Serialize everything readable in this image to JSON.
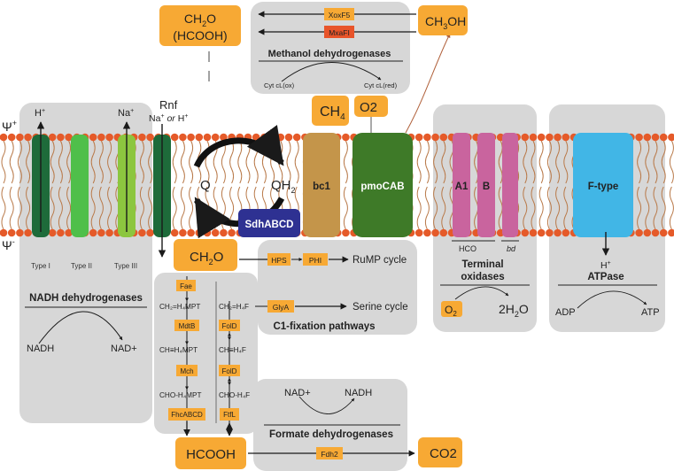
{
  "potential": {
    "plus": "Ψ",
    "plus_sup": "+",
    "minus": "Ψ",
    "minus_sup": "-"
  },
  "nadh_complexes": {
    "title": "NADH dehydrogenases",
    "proton_label": "H",
    "proton_sup": "+",
    "sodium_label": "Na",
    "sodium_sup": "+",
    "types": [
      "Type I",
      "Type II",
      "Type III"
    ],
    "substrate": "NADH",
    "product": "NAD+",
    "colors": {
      "type1": "#1e6b3a",
      "type2": "#4fbf4a",
      "type3": "#8cc63f"
    }
  },
  "rnf": {
    "title": "Rnf",
    "ions": "Na",
    "ions_sup": "+",
    "ions_or": "or",
    "ions_alt": "H",
    "ions_alt_sup": "+"
  },
  "quinone": {
    "q": "Q",
    "qh2": "QH",
    "qh2_sub": "2"
  },
  "sdh": {
    "label": "SdhABCD",
    "color": "#2e3192"
  },
  "bc1": {
    "label": "bc1",
    "color": "#c4954a"
  },
  "pmo": {
    "label": "pmoCAB",
    "color": "#3e7a28"
  },
  "substrates_top": {
    "ch4": "CH",
    "ch4_sub": "4",
    "o2": "O",
    "o2_sub": "2",
    "ch3oh": "CH",
    "ch3oh_sub": "3",
    "ch3oh_tail": "OH",
    "ch2o": "CH",
    "ch2o_sub": "2",
    "ch2o_tail": "O",
    "hcooh_paren": "(HCOOH)"
  },
  "methanol_dh": {
    "title": "Methanol dehydrogenases",
    "enzymes": [
      "XoxF5",
      "MxaFI"
    ],
    "cyt_ox": "Cyt cL(ox)",
    "cyt_red": "Cyt cL(red)"
  },
  "terminal_oxidases": {
    "title_line1": "Terminal",
    "title_line2": "oxidases",
    "subunits": [
      "A1",
      "B"
    ],
    "groups": [
      "HCO",
      "bd"
    ],
    "o2": "O",
    "o2_sub": "2",
    "h2o_pre": "2H",
    "h2o_sub": "2",
    "h2o_tail": "O",
    "color": "#c9649e"
  },
  "atpase": {
    "label": "F-type",
    "proton": "H",
    "proton_sup": "+",
    "title": "ATPase",
    "substrate": "ADP",
    "product": "ATP",
    "color": "#41b6e6"
  },
  "c1_box": {
    "ch2o": "CH",
    "ch2o_sub": "2",
    "ch2o_tail": "O",
    "hcooh": "HCOOH",
    "mpt_enzymes": [
      "Fae",
      "MdtB",
      "Mch",
      "FhcABCD"
    ],
    "mpt_intermediates": [
      "CH₂=H₄MPT",
      "CH≡H₄MPT",
      "CHO-H₄MPT"
    ],
    "folate_enzymes": [
      "FolD",
      "FolD",
      "FtfL"
    ],
    "folate_intermediates": [
      "CH₂=H₄F",
      "CH≡H₄F",
      "CHO-H₄F"
    ]
  },
  "c1_fixation": {
    "title": "C1-fixation pathways",
    "rump_enzymes": [
      "HPS",
      "PHI"
    ],
    "rump_label": "RuMP cycle",
    "serine_enzyme": "GlyA",
    "serine_label": "Serine cycle"
  },
  "formate_dh": {
    "title": "Formate dehydrogenases",
    "substrate": "NAD+",
    "product": "NADH",
    "enzyme": "Fdh2",
    "co2": "CO",
    "co2_sub": "2"
  },
  "colors": {
    "orange": "#f7a934",
    "orange_dark": "#e8542a",
    "gray_box": "#d7d7d7",
    "lipid_head": "#e55a29",
    "lipid_tail": "#b97a4a",
    "arrow": "#1a1a1a",
    "ch3oh_arrow": "#b0603a"
  }
}
